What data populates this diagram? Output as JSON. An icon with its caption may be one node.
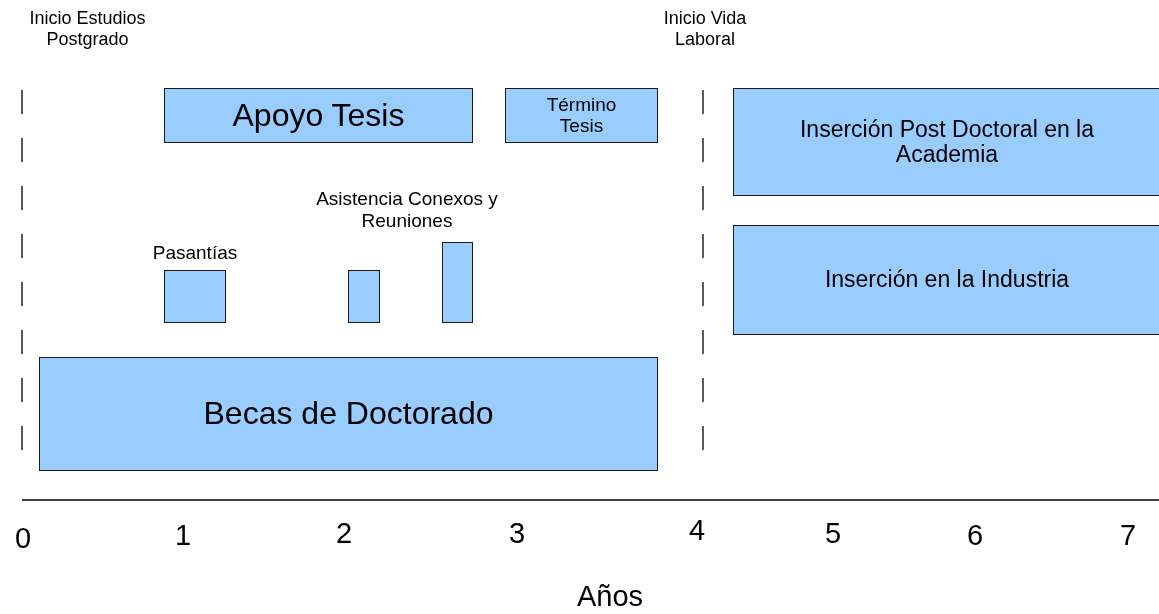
{
  "diagram": {
    "nodes": [
      {
        "text": [
          "Apoyo Tesis"
        ]
      },
      {
        "text": [
          "Término Tesis"
        ]
      },
      {
        "text": [
          "Inserción Post Doctoral en la Academia"
        ]
      },
      {
        "text": [
          "Pasantías"
        ]
      },
      {
        "text": [],
        "shape": "box"
      },
      {
        "text": [],
        "shape": "box"
      },
      {
        "text": [
          "Inserción en la Industria"
        ]
      },
      {
        "text": [
          "Becas de Doctorado"
        ]
      }
    ],
    "edges": [],
    "labels": [
      "Inicio Estudios Postgrado",
      "Inicio Vida Laboral",
      "Asistencia Conexos y Reuniones",
      "0",
      "1",
      "2",
      "3",
      "4",
      "5",
      "6",
      "7",
      "Años"
    ]
  }
}
